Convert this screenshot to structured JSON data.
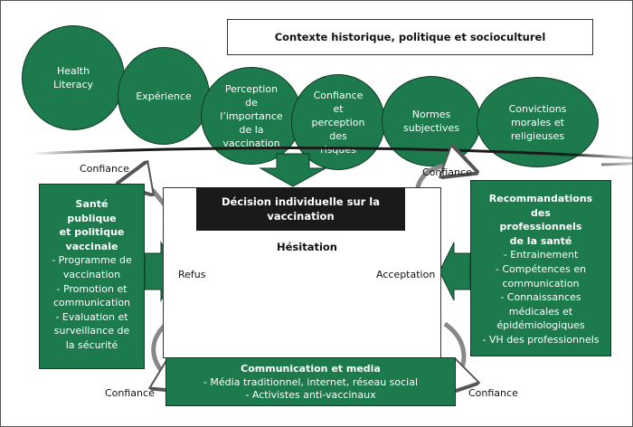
{
  "context_label": "Contexte historique, politique et socioculturel",
  "circles": [
    "Health\nLiteracy",
    "Expérience",
    "Perception\nde\nl’importance\nde la\nvaccination",
    "Confiance\net\nperception\ndes\nrisques",
    "Normes\nsubjectives",
    "Convictions\nmorales et\nreligieuses"
  ],
  "decision_label": "Décision individuelle sur la\nvaccination",
  "hesitation_label": "Hésitation",
  "refus_label": "Refus",
  "acceptation_label": "Acceptation",
  "confiance_label": "Confiance",
  "left_box": {
    "title": "Santé\npublique\net politique\nvaccinale",
    "items": [
      "- Programme de\nvaccination",
      "- Promotion et\ncommunication",
      "- Evaluation et\nsurveillance de\nla sécurité"
    ]
  },
  "right_box": {
    "title": "Recommandations\ndes\nprofessionnels\nde la santé",
    "items": [
      "- Entrainement",
      "- Compétences en\ncommunication",
      "- Connaissances\nmédicales et\népidémiologiques",
      "- VH des professionnels"
    ]
  },
  "bottom_box": {
    "title": "Communication et media",
    "items": [
      "- Média traditionnel, internet, réseau social",
      "- Activistes anti-vaccinaux"
    ]
  },
  "colors": {
    "green": "#1d7a4d",
    "dark": "#1a1a1a"
  }
}
